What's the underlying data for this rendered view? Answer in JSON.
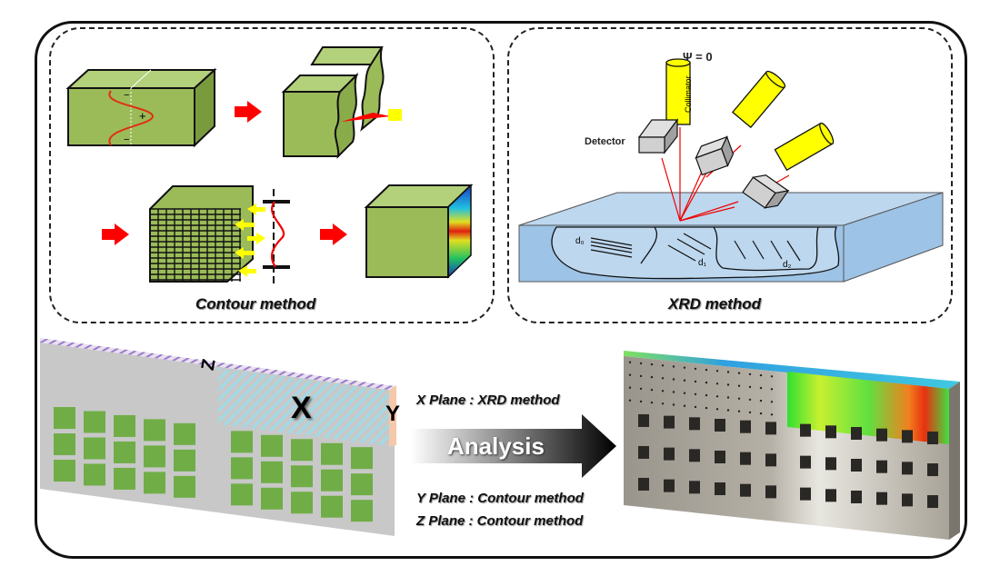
{
  "figure": {
    "panels": {
      "contour": {
        "caption": "Contour method",
        "signs": [
          "−",
          "+",
          "−"
        ]
      },
      "xrd": {
        "caption": "XRD method",
        "psi_label": "Ψ = 0",
        "collimator_label": "Collimator",
        "detector_label": "Detector",
        "spacing_labels": [
          "d₀",
          "d₁",
          "d₂"
        ]
      }
    },
    "specimen_model": {
      "axis_labels": {
        "x": "X",
        "y": "Y",
        "z": "Z"
      }
    },
    "analysis": {
      "arrow_label": "Analysis",
      "planes": [
        {
          "label": "X Plane : XRD method"
        },
        {
          "label": "Y Plane : Contour method"
        },
        {
          "label": "Z Plane : Contour method"
        }
      ]
    },
    "colors": {
      "block_green": "#9bbb59",
      "block_top": "#b3d07a",
      "arrow_red": "#ff0000",
      "collimator_yellow": "#ffff00",
      "xrd_plate": "#bdd7ee",
      "model_gray": "#c8c8c8",
      "cell_green": "#70ad47"
    }
  }
}
